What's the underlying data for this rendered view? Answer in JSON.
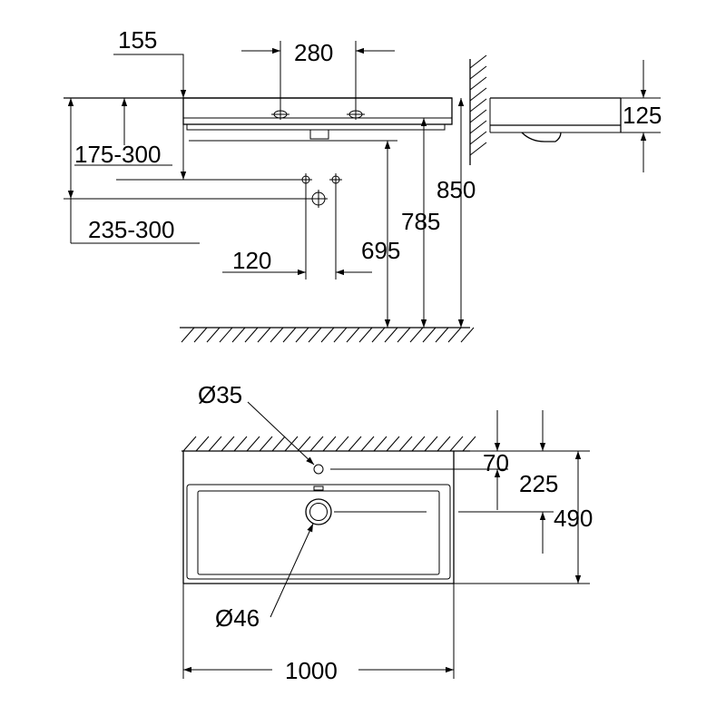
{
  "side_view": {
    "dim_155": "155",
    "dim_280": "280",
    "dim_175_300": "175-300",
    "dim_235_300": "235-300",
    "dim_120": "120",
    "dim_695": "695",
    "dim_785": "785",
    "dim_850": "850",
    "dim_125": "125"
  },
  "top_view": {
    "dia_35": "Ø35",
    "dia_46": "Ø46",
    "dim_70": "70",
    "dim_225": "225",
    "dim_490": "490",
    "dim_1000": "1000"
  }
}
